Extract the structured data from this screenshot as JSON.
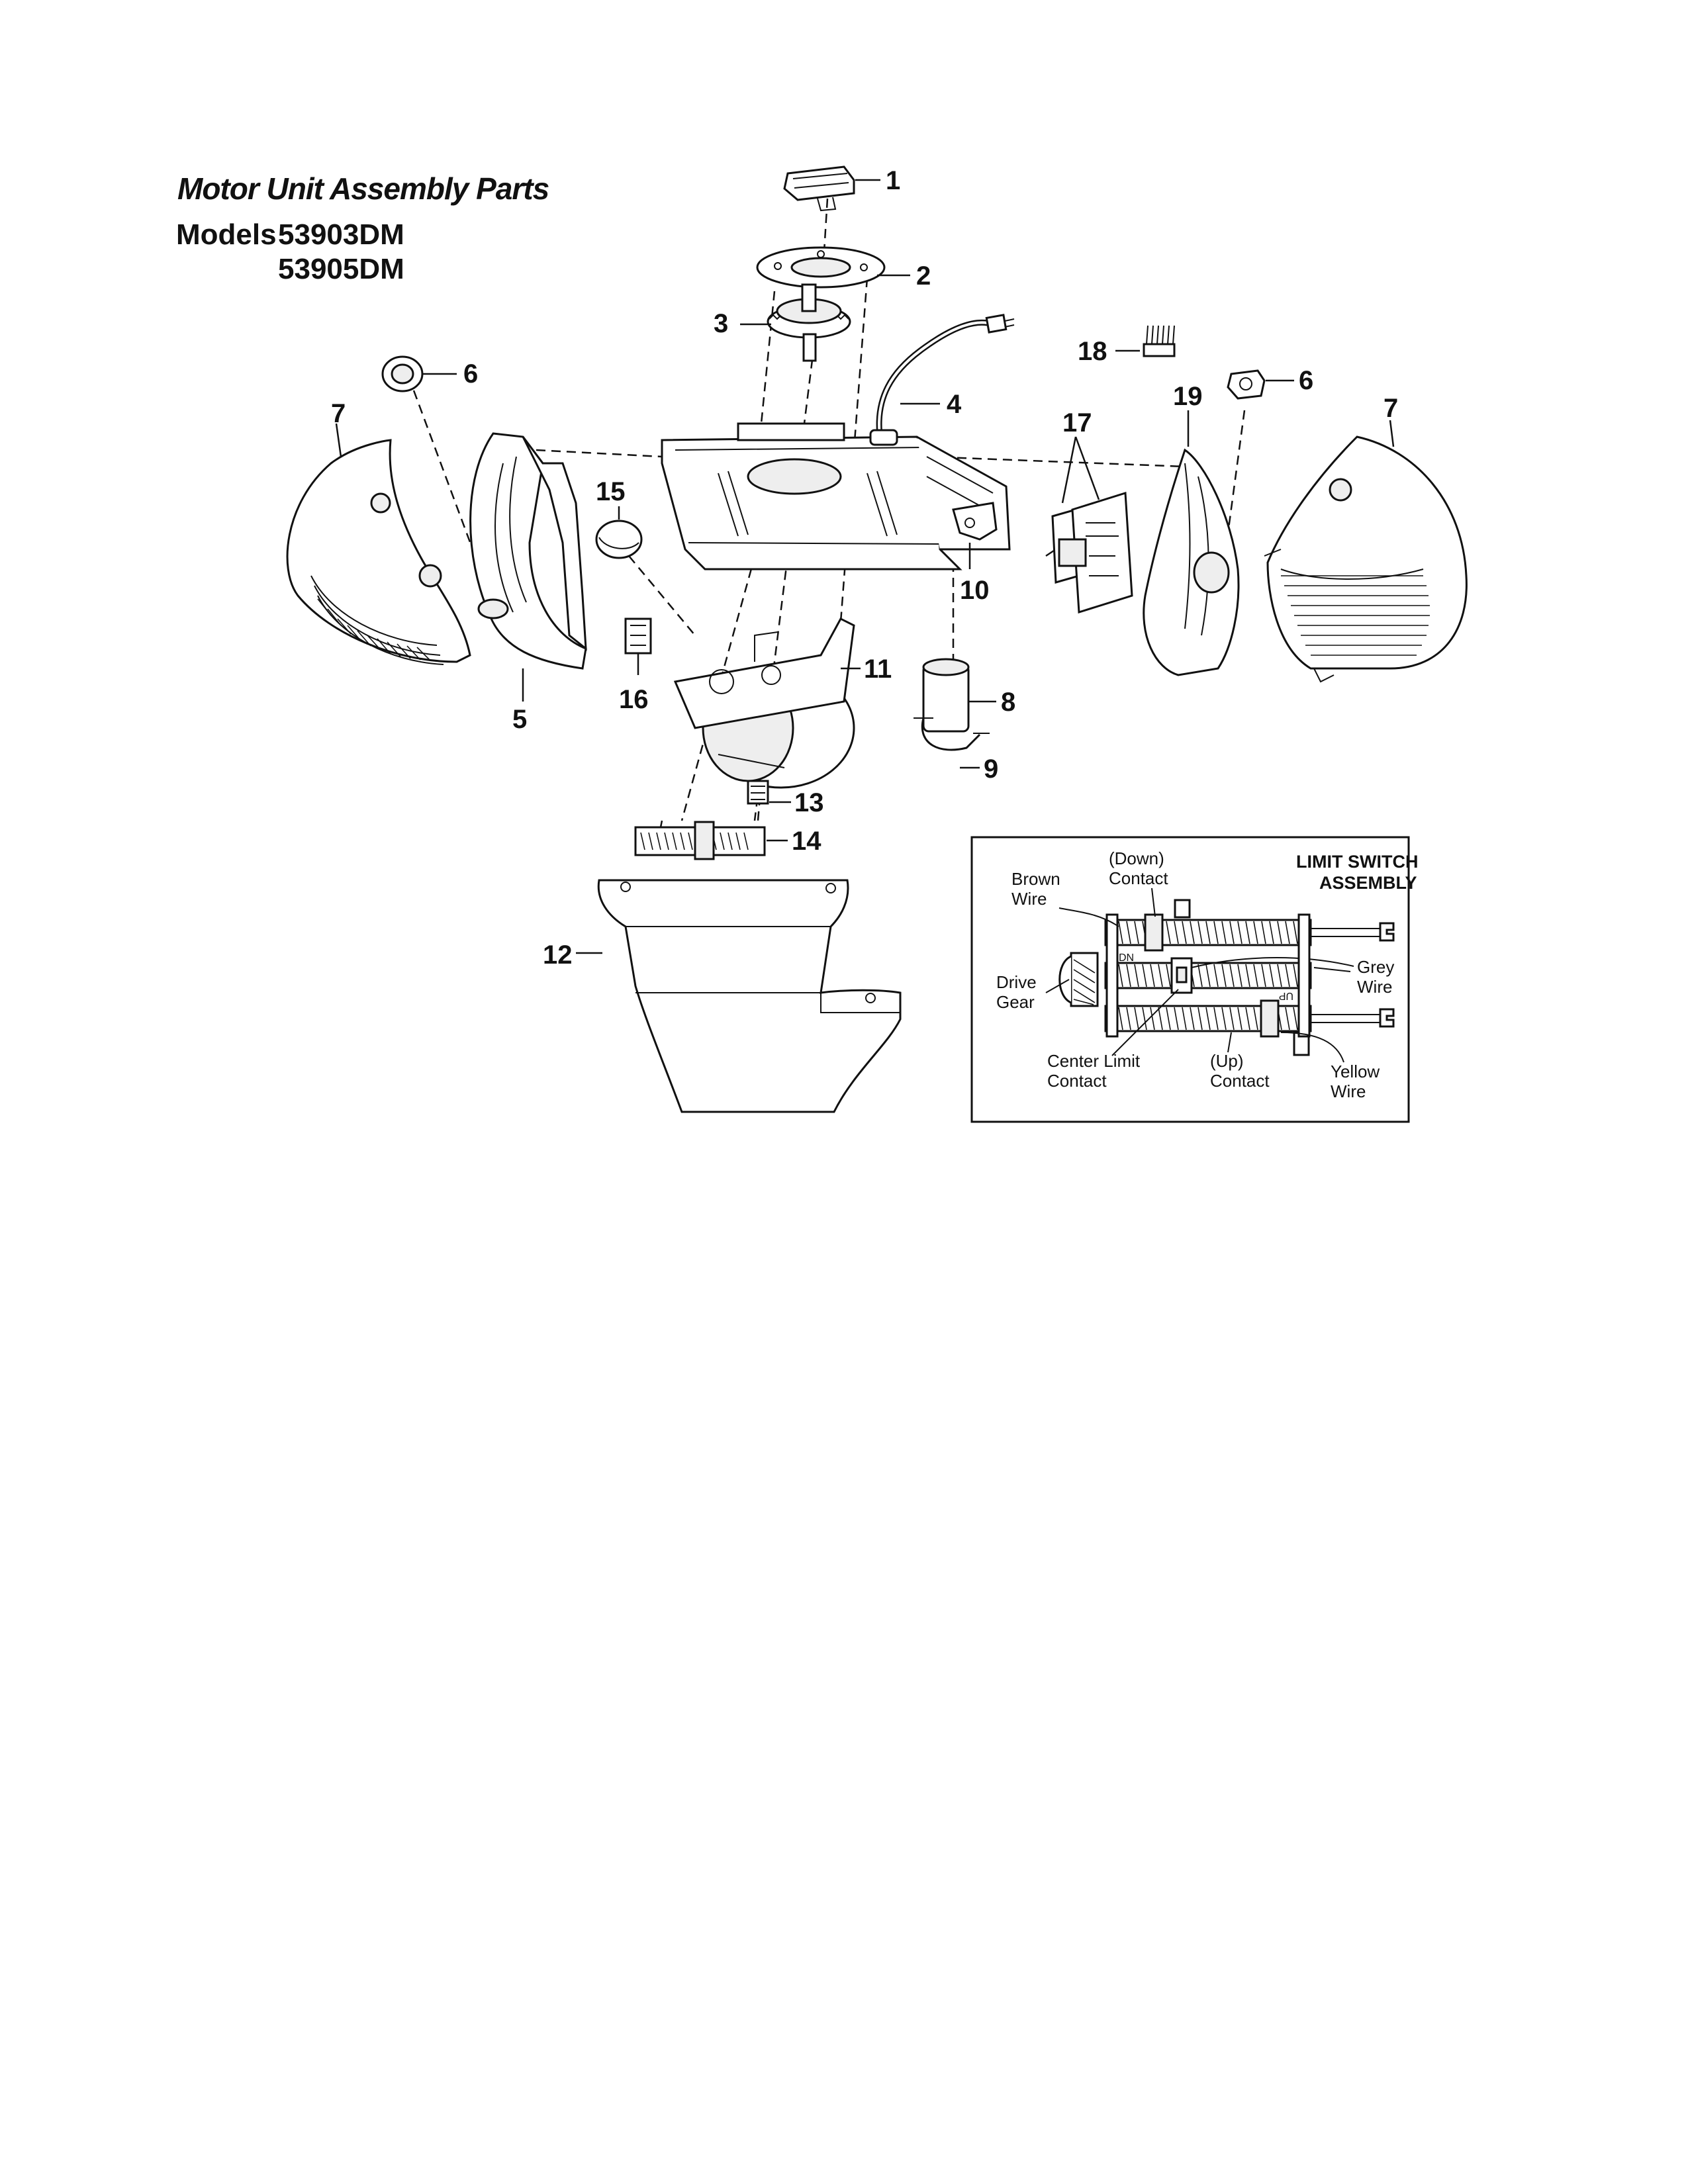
{
  "header": {
    "title": "Motor Unit Assembly Parts",
    "models_label": "Models",
    "models": [
      "53903DM",
      "53905DM"
    ]
  },
  "callouts": {
    "p1": "1",
    "p2": "2",
    "p3": "3",
    "p4": "4",
    "p5": "5",
    "p6a": "6",
    "p6b": "6",
    "p7a": "7",
    "p7b": "7",
    "p8": "8",
    "p9": "9",
    "p10": "10",
    "p11": "11",
    "p12": "12",
    "p13": "13",
    "p14": "14",
    "p15": "15",
    "p16": "16",
    "p17": "17",
    "p18": "18",
    "p19": "19"
  },
  "limit_switch": {
    "title_line1": "LIMIT SWITCH",
    "title_line2": "ASSEMBLY",
    "brown_wire_1": "Brown",
    "brown_wire_2": "Wire",
    "down_contact_1": "(Down)",
    "down_contact_2": "Contact",
    "grey_wire_1": "Grey",
    "grey_wire_2": "Wire",
    "drive_gear_1": "Drive",
    "drive_gear_2": "Gear",
    "center_limit_1": "Center Limit",
    "center_limit_2": "Contact",
    "up_contact_1": "(Up)",
    "up_contact_2": "Contact",
    "yellow_wire_1": "Yellow",
    "yellow_wire_2": "Wire",
    "mark_dn": "DN",
    "mark_up": "UP"
  }
}
